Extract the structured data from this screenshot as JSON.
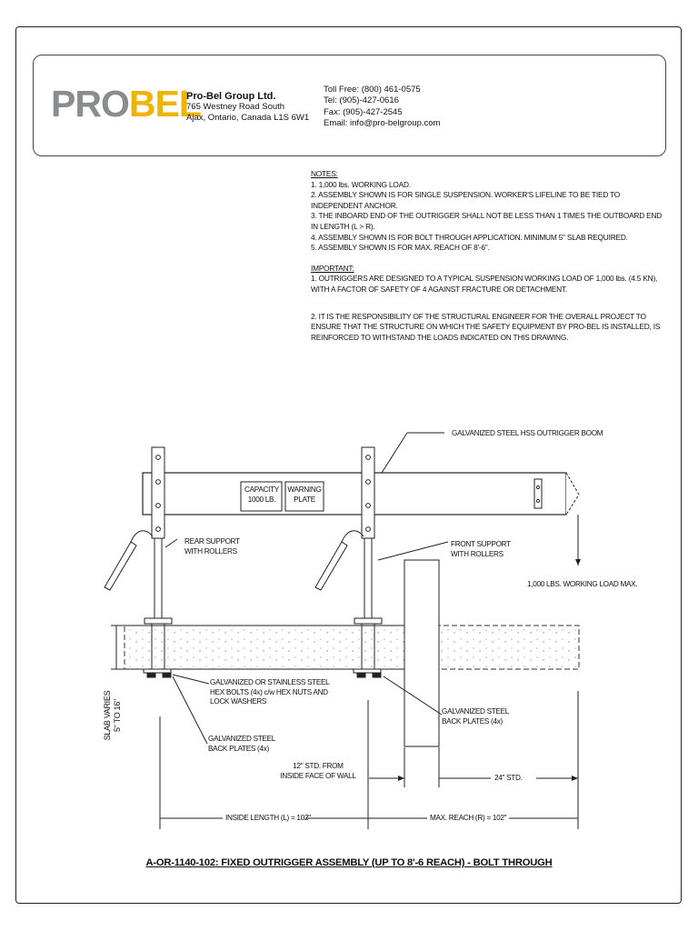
{
  "company": {
    "logo_pro": "PRO",
    "logo_bel": "BEL",
    "name": "Pro-Bel Group Ltd.",
    "address1": "765 Westney Road South",
    "address2": "Ajax, Ontario, Canada L1S 6W1"
  },
  "contact": {
    "tollfree": "Toll Free: (800) 461-0575",
    "tel": "Tel:  (905)-427-0616",
    "fax": "Fax: (905)-427-2545",
    "email": "Email: info@pro-belgroup.com"
  },
  "notes": {
    "heading": "NOTES:",
    "items": [
      "1. 1,000 lbs. WORKING LOAD.",
      "2. ASSEMBLY SHOWN IS FOR SINGLE SUSPENSION.  WORKER'S LIFELINE TO BE TIED TO INDEPENDENT ANCHOR.",
      "3. THE INBOARD END OF THE OUTRIGGER SHALL NOT BE LESS THAN 1 TIMES THE OUTBOARD END IN LENGTH (L > R).",
      "4. ASSEMBLY SHOWN IS FOR BOLT THROUGH APPLICATION.  MINIMUM 5\" SLAB REQUIRED.",
      "5. ASSEMBLY SHOWN IS FOR MAX. REACH OF 8'-6\"."
    ],
    "important_heading": "IMPORTANT:",
    "important": [
      "1. OUTRIGGERS  ARE DESIGNED TO A TYPICAL SUSPENSION WORKING LOAD OF 1,000 lbs. (4.5 KN), WITH A FACTOR OF SAFETY OF 4 AGAINST FRACTURE OR DETACHMENT.",
      "2.  IT IS THE RESPONSIBILITY OF THE STRUCTURAL ENGINEER FOR THE OVERALL PROJECT TO ENSURE THAT THE STRUCTURE ON WHICH THE SAFETY EQUIPMENT BY PRO-BEL IS INSTALLED, IS REINFORCED TO WITHSTAND THE LOADS INDICATED ON THIS DRAWING."
    ]
  },
  "drawing": {
    "boom": "GALVANIZED STEEL HSS OUTRIGGER BOOM",
    "capacity1": "CAPACITY",
    "capacity2": "1000 LB.",
    "warning1": "WARNING",
    "warning2": "PLATE",
    "rear1": "REAR SUPPORT",
    "rear2": "WITH ROLLERS",
    "front1": "FRONT SUPPORT",
    "front2": "WITH ROLLERS",
    "load": "1,000 LBS. WORKING LOAD MAX.",
    "bolts1": "GALVANIZED OR STAINLESS STEEL",
    "bolts2": "HEX BOLTS (4x) c/w HEX NUTS AND",
    "bolts3": "LOCK WASHERS",
    "backL1": "GALVANIZED STEEL",
    "backL2": "BACK PLATES (4x)",
    "backR1": "GALVANIZED STEEL",
    "backR2": "BACK PLATES (4x)",
    "slab1": "SLAB VARIES",
    "slab2": "5\" TO 16\"",
    "wall1": "12\" STD. FROM",
    "wall2": "INSIDE FACE  OF WALL",
    "std24": "24\" STD.",
    "inside": "INSIDE LENGTH (L) = 102\"",
    "reach": "MAX. REACH (R) = 102\""
  },
  "title": "A-OR-1140-102:  FIXED OUTRIGGER ASSEMBLY (UP TO 8'-6 REACH) - BOLT THROUGH"
}
